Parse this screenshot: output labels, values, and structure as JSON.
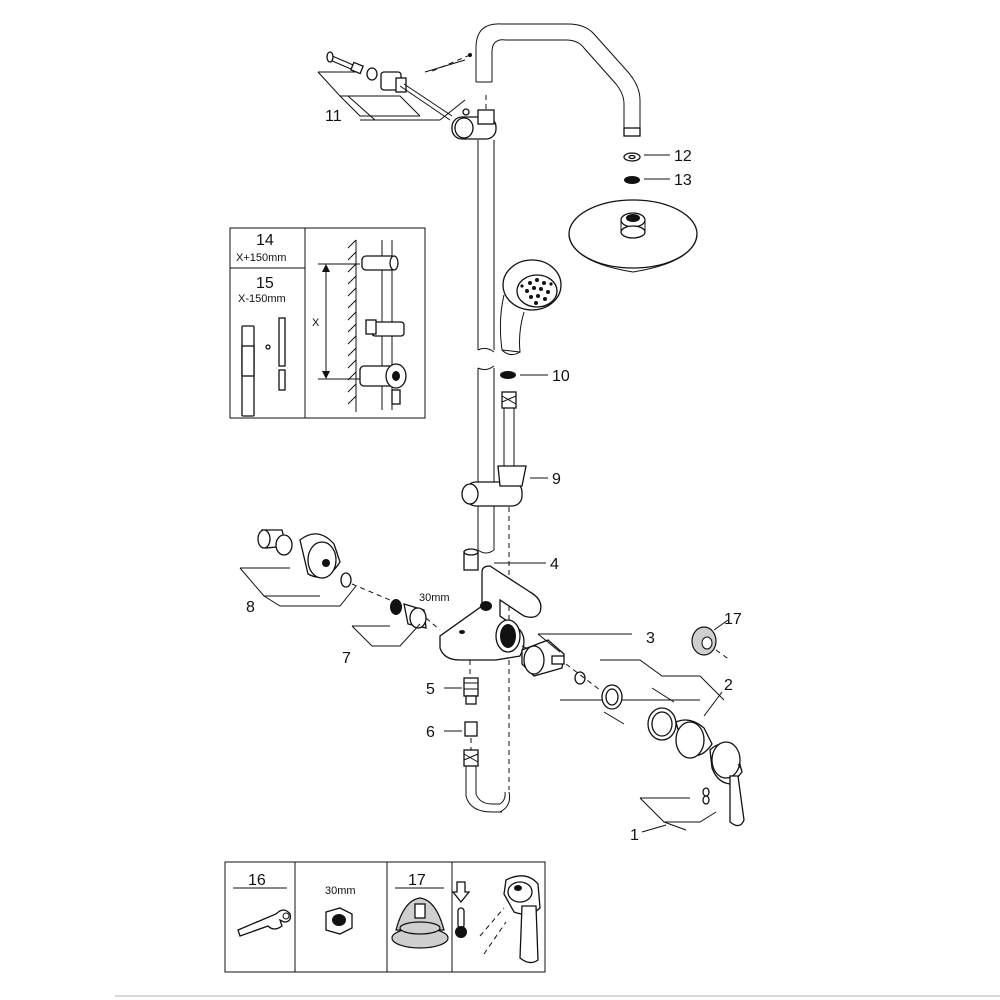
{
  "callouts": {
    "c1": "1",
    "c2": "2",
    "c3": "3",
    "c4": "4",
    "c5": "5",
    "c6": "6",
    "c7": "7",
    "c8": "8",
    "c9": "9",
    "c10": "10",
    "c11": "11",
    "c12": "12",
    "c13": "13",
    "c17": "17"
  },
  "dimension_30mm": "30mm",
  "inset_extension": {
    "part14": "14",
    "part14_note": "X+150mm",
    "part15": "15",
    "part15_note": "X-150mm",
    "dimension_label": "X"
  },
  "legend": {
    "cell_16": "16",
    "cell_nut_size": "30mm",
    "cell_17": "17"
  }
}
